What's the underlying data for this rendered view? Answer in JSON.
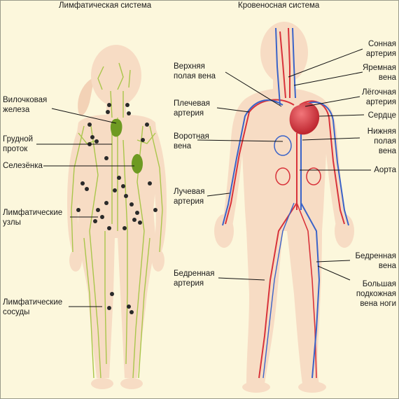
{
  "titles": {
    "lymphatic": "Лимфатическая система",
    "circulatory": "Кровеносная система"
  },
  "lymph_labels": {
    "thymus": "Вилочковая\nжелеза",
    "thoracic_duct": "Грудной\nпроток",
    "spleen": "Селезёнка",
    "nodes": "Лимфатические\nузлы",
    "vessels": "Лимфатические\nсосуды"
  },
  "blood_labels": {
    "svc": "Верхняя\nполая вена",
    "brachial": "Плечевая\nартерия",
    "portal": "Воротная\nвена",
    "radial": "Лучевая\nартерия",
    "femoral_artery": "Бедренная\nартерия",
    "carotid": "Сонная\nартерия",
    "jugular": "Яремная\nвена",
    "pulmonary": "Лёгочная\nартерия",
    "heart": "Сердце",
    "ivc": "Нижняя\nполая\nвена",
    "aorta": "Аорта",
    "femoral_vein": "Бедренная\nвена",
    "saphenous": "Большая\nподкожная\nвена ноги"
  },
  "colors": {
    "background": "#fcf7dc",
    "skin": "#f7dcc4",
    "lymph_vessel": "#a9c64a",
    "lymph_organ": "#6e9a22",
    "node": "#2a2a2a",
    "artery": "#d8323a",
    "vein": "#3a63c8",
    "heart": "#c8262e"
  }
}
